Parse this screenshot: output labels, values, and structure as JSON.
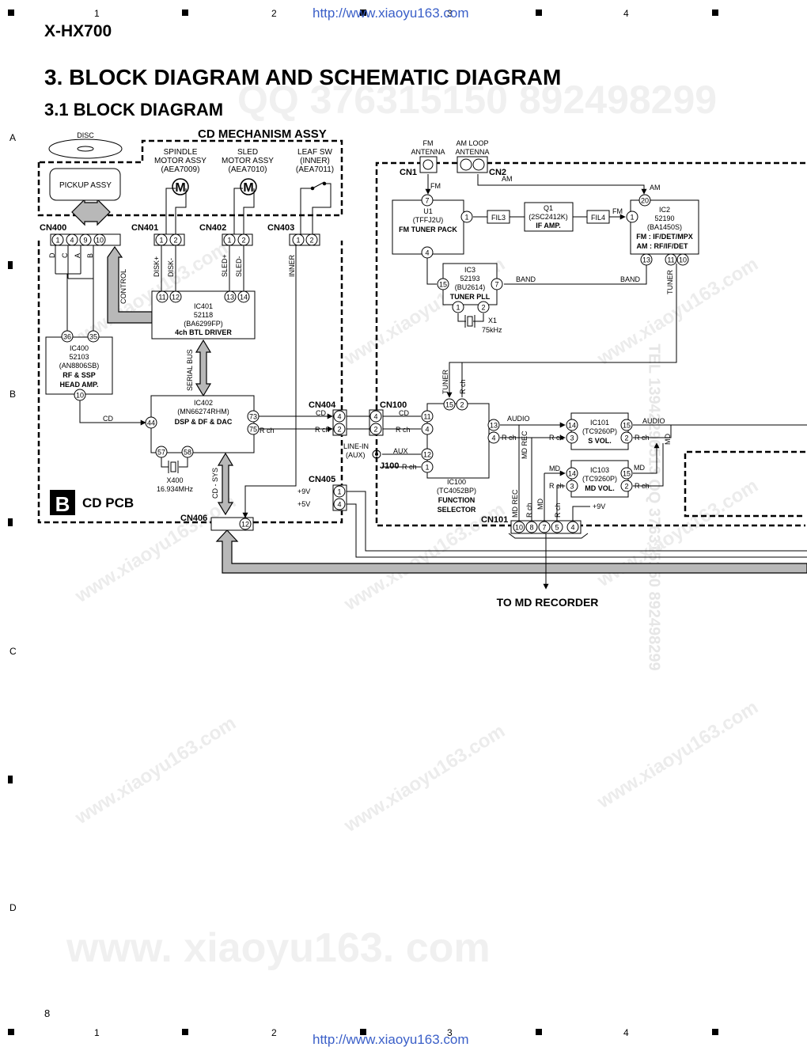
{
  "header": {
    "model": "X-HX700",
    "url": "http://www.xiaoyu163.com",
    "title": "3. BLOCK DIAGRAM AND SCHEMATIC DIAGRAM",
    "subtitle": "3.1 BLOCK DIAGRAM"
  },
  "grid": {
    "columns": [
      "1",
      "2",
      "3",
      "4"
    ],
    "rows": [
      "A",
      "B",
      "C",
      "D"
    ]
  },
  "footer": {
    "page_number": "8"
  },
  "watermarks": {
    "qq": "QQ 376315150    892498299",
    "tel": "TEL 13942296513  QQ 376315150  892498299",
    "site": "www.xiaoyu163.com",
    "big_site": "www. xiaoyu163. com"
  },
  "diagram": {
    "cd_mech": {
      "title": "CD MECHANISM ASSY",
      "disc": "DISC",
      "pickup": "PICKUP ASSY",
      "spindle": [
        "SPINDLE",
        "MOTOR ASSY",
        "(AEA7009)"
      ],
      "sled": [
        "SLED",
        "MOTOR ASSY",
        "(AEA7010)"
      ],
      "leaf": [
        "LEAF SW",
        "(INNER)",
        "(AEA7011)"
      ],
      "motor": "M"
    },
    "connectors": {
      "cn400": "CN400",
      "cn401": "CN401",
      "cn402": "CN402",
      "cn403": "CN403",
      "cn404": "CN404",
      "cn405": "CN405",
      "cn406": "CN406",
      "cn100": "CN100",
      "cn101": "CN101",
      "cn1": "CN1",
      "cn2": "CN2",
      "j100": "J100"
    },
    "signals": {
      "d": "D",
      "c": "C",
      "a": "A",
      "b": "B",
      "control": "CONTROL",
      "disk_p": "DISK+",
      "disk_m": "DISK-",
      "sled_p": "SLED+",
      "sled_m": "SLED-",
      "inner": "INNER",
      "serial_bus": "SERIAL BUS",
      "cd_sys": "CD - SYS",
      "cd": "CD",
      "rch": "R ch",
      "p9v": "+9V",
      "p5v": "+5V",
      "fm": "FM",
      "am": "AM",
      "band": "BAND",
      "tuner": "TUNER",
      "audio": "AUDIO",
      "aux": "AUX",
      "md": "MD",
      "md_rec": "MD REC",
      "line_in": [
        "LINE-IN",
        "(AUX)"
      ],
      "to_md": "TO MD RECORDER",
      "fm_antenna": [
        "FM",
        "ANTENNA"
      ],
      "am_antenna": [
        "AM LOOP",
        "ANTENNA"
      ]
    },
    "ic": {
      "ic401": [
        "IC401",
        "52118",
        "(BA6299FP)",
        "4ch BTL DRIVER"
      ],
      "ic400": [
        "IC400",
        "52103",
        "(AN8806SB)",
        "RF & SSP",
        "HEAD AMP."
      ],
      "ic402": [
        "IC402",
        "(MN66274RHM)",
        "DSP & DF & DAC"
      ],
      "u1": [
        "U1",
        "(TFFJ2U)",
        "FM TUNER PACK"
      ],
      "ic3": [
        "IC3",
        "52193",
        "(BU2614)",
        "TUNER PLL"
      ],
      "q1": [
        "Q1",
        "(2SC2412K)",
        "IF AMP."
      ],
      "fil3": "FIL3",
      "fil4": "FIL4",
      "ic2": [
        "IC2",
        "52190",
        "(BA1450S)",
        "FM : IF/DET/MPX",
        "AM : RF/IF/DET"
      ],
      "ic100": [
        "IC100",
        "(TC4052BP)",
        "FUNCTION",
        "SELECTOR"
      ],
      "ic101": [
        "IC101",
        "(TC9260P)",
        "S VOL."
      ],
      "ic103": [
        "IC103",
        "(TC9260P)",
        "MD VOL."
      ]
    },
    "crystals": {
      "x1": [
        "X1",
        "75kHz"
      ],
      "x400": [
        "X400",
        "16.934MHz"
      ]
    },
    "board": {
      "letter": "B",
      "name": "CD PCB"
    },
    "pins": {
      "cn400": [
        "1",
        "4",
        "9",
        "10"
      ],
      "cn401": [
        "1",
        "2"
      ],
      "cn402": [
        "1",
        "2"
      ],
      "cn403": [
        "1",
        "2"
      ],
      "ic401": [
        "11",
        "12",
        "13",
        "14"
      ],
      "ic400": [
        "36",
        "35",
        "10"
      ],
      "ic402": [
        "44",
        "73",
        "75",
        "57",
        "58"
      ],
      "cn404": [
        "4",
        "2"
      ],
      "cn405": [
        "1",
        "4"
      ],
      "cn406": [
        "12"
      ],
      "cn100": [
        "4",
        "2"
      ],
      "u1": [
        "7",
        "1",
        "4"
      ],
      "ic3": [
        "15",
        "7",
        "1",
        "2"
      ],
      "ic2": [
        "20",
        "1",
        "13",
        "11",
        "10"
      ],
      "ic100": [
        "15",
        "2",
        "11",
        "4",
        "13",
        "4",
        "12",
        "1"
      ],
      "ic101": [
        "14",
        "3",
        "15",
        "2"
      ],
      "ic103": [
        "14",
        "3",
        "15",
        "2"
      ],
      "cn101": [
        "10",
        "8",
        "7",
        "5",
        "4"
      ]
    }
  }
}
